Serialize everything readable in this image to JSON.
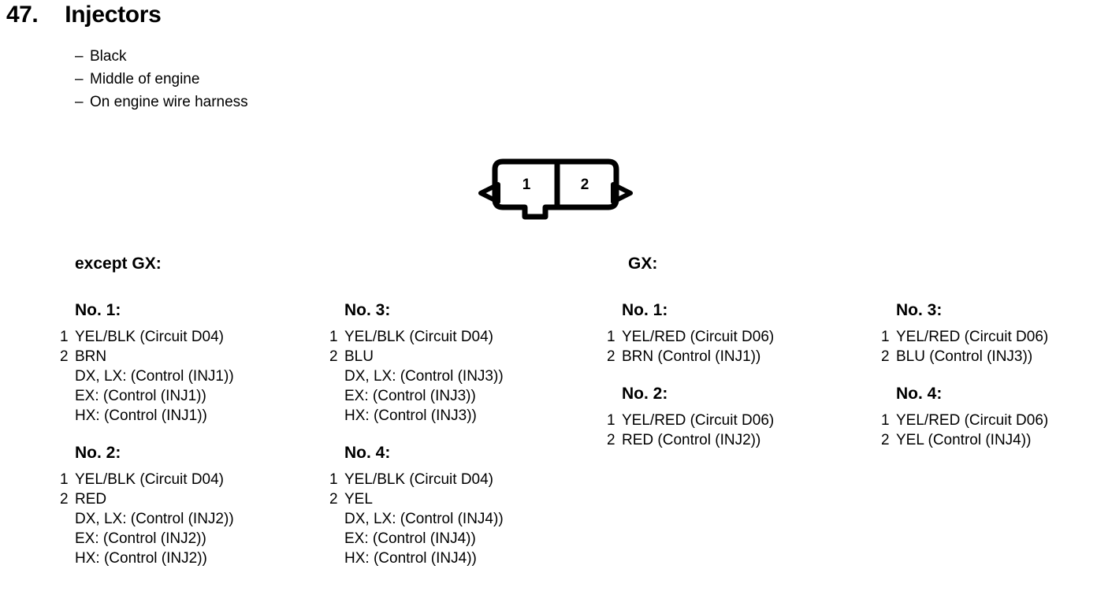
{
  "header": {
    "item_number": "47.",
    "title": "Injectors",
    "bullet_dash": "–",
    "bullets": [
      "Black",
      "Middle of engine",
      "On engine wire harness"
    ]
  },
  "connector": {
    "name": "2-pin-connector-diagram",
    "pins": [
      "1",
      "2"
    ]
  },
  "variants": [
    {
      "label": "except GX:"
    },
    {
      "label": "GX:"
    }
  ],
  "columns": [
    {
      "name": "except-gx-column-a",
      "groups": [
        {
          "title": "No. 1:",
          "pins": [
            {
              "index": "1",
              "text": "YEL/BLK (Circuit D04)",
              "sublines": []
            },
            {
              "index": "2",
              "text": "BRN",
              "sublines": [
                "DX, LX: (Control (INJ1))",
                "EX: (Control (INJ1))",
                "HX: (Control (INJ1))"
              ]
            }
          ]
        },
        {
          "title": "No. 2:",
          "pins": [
            {
              "index": "1",
              "text": "YEL/BLK (Circuit D04)",
              "sublines": []
            },
            {
              "index": "2",
              "text": "RED",
              "sublines": [
                "DX, LX: (Control (INJ2))",
                "EX: (Control (INJ2))",
                "HX: (Control (INJ2))"
              ]
            }
          ]
        }
      ]
    },
    {
      "name": "except-gx-column-b",
      "groups": [
        {
          "title": "No. 3:",
          "pins": [
            {
              "index": "1",
              "text": "YEL/BLK (Circuit D04)",
              "sublines": []
            },
            {
              "index": "2",
              "text": "BLU",
              "sublines": [
                "DX, LX: (Control (INJ3))",
                "EX: (Control (INJ3))",
                "HX: (Control (INJ3))"
              ]
            }
          ]
        },
        {
          "title": "No. 4:",
          "pins": [
            {
              "index": "1",
              "text": "YEL/BLK (Circuit D04)",
              "sublines": []
            },
            {
              "index": "2",
              "text": "YEL",
              "sublines": [
                "DX, LX: (Control (INJ4))",
                "EX: (Control (INJ4))",
                "HX: (Control (INJ4))"
              ]
            }
          ]
        }
      ]
    },
    {
      "name": "gx-column-a",
      "groups": [
        {
          "title": "No. 1:",
          "pins": [
            {
              "index": "1",
              "text": "YEL/RED (Circuit D06)",
              "sublines": []
            },
            {
              "index": "2",
              "text": "BRN (Control (INJ1))",
              "sublines": []
            }
          ]
        },
        {
          "title": "No. 2:",
          "pins": [
            {
              "index": "1",
              "text": "YEL/RED (Circuit D06)",
              "sublines": []
            },
            {
              "index": "2",
              "text": "RED (Control (INJ2))",
              "sublines": []
            }
          ]
        }
      ]
    },
    {
      "name": "gx-column-b",
      "groups": [
        {
          "title": "No. 3:",
          "pins": [
            {
              "index": "1",
              "text": "YEL/RED (Circuit D06)",
              "sublines": []
            },
            {
              "index": "2",
              "text": "BLU (Control (INJ3))",
              "sublines": []
            }
          ]
        },
        {
          "title": "No. 4:",
          "pins": [
            {
              "index": "1",
              "text": "YEL/RED (Circuit D06)",
              "sublines": []
            },
            {
              "index": "2",
              "text": "YEL (Control (INJ4))",
              "sublines": []
            }
          ]
        }
      ]
    }
  ],
  "colors": {
    "ink": "#000000",
    "page": "#ffffff"
  }
}
